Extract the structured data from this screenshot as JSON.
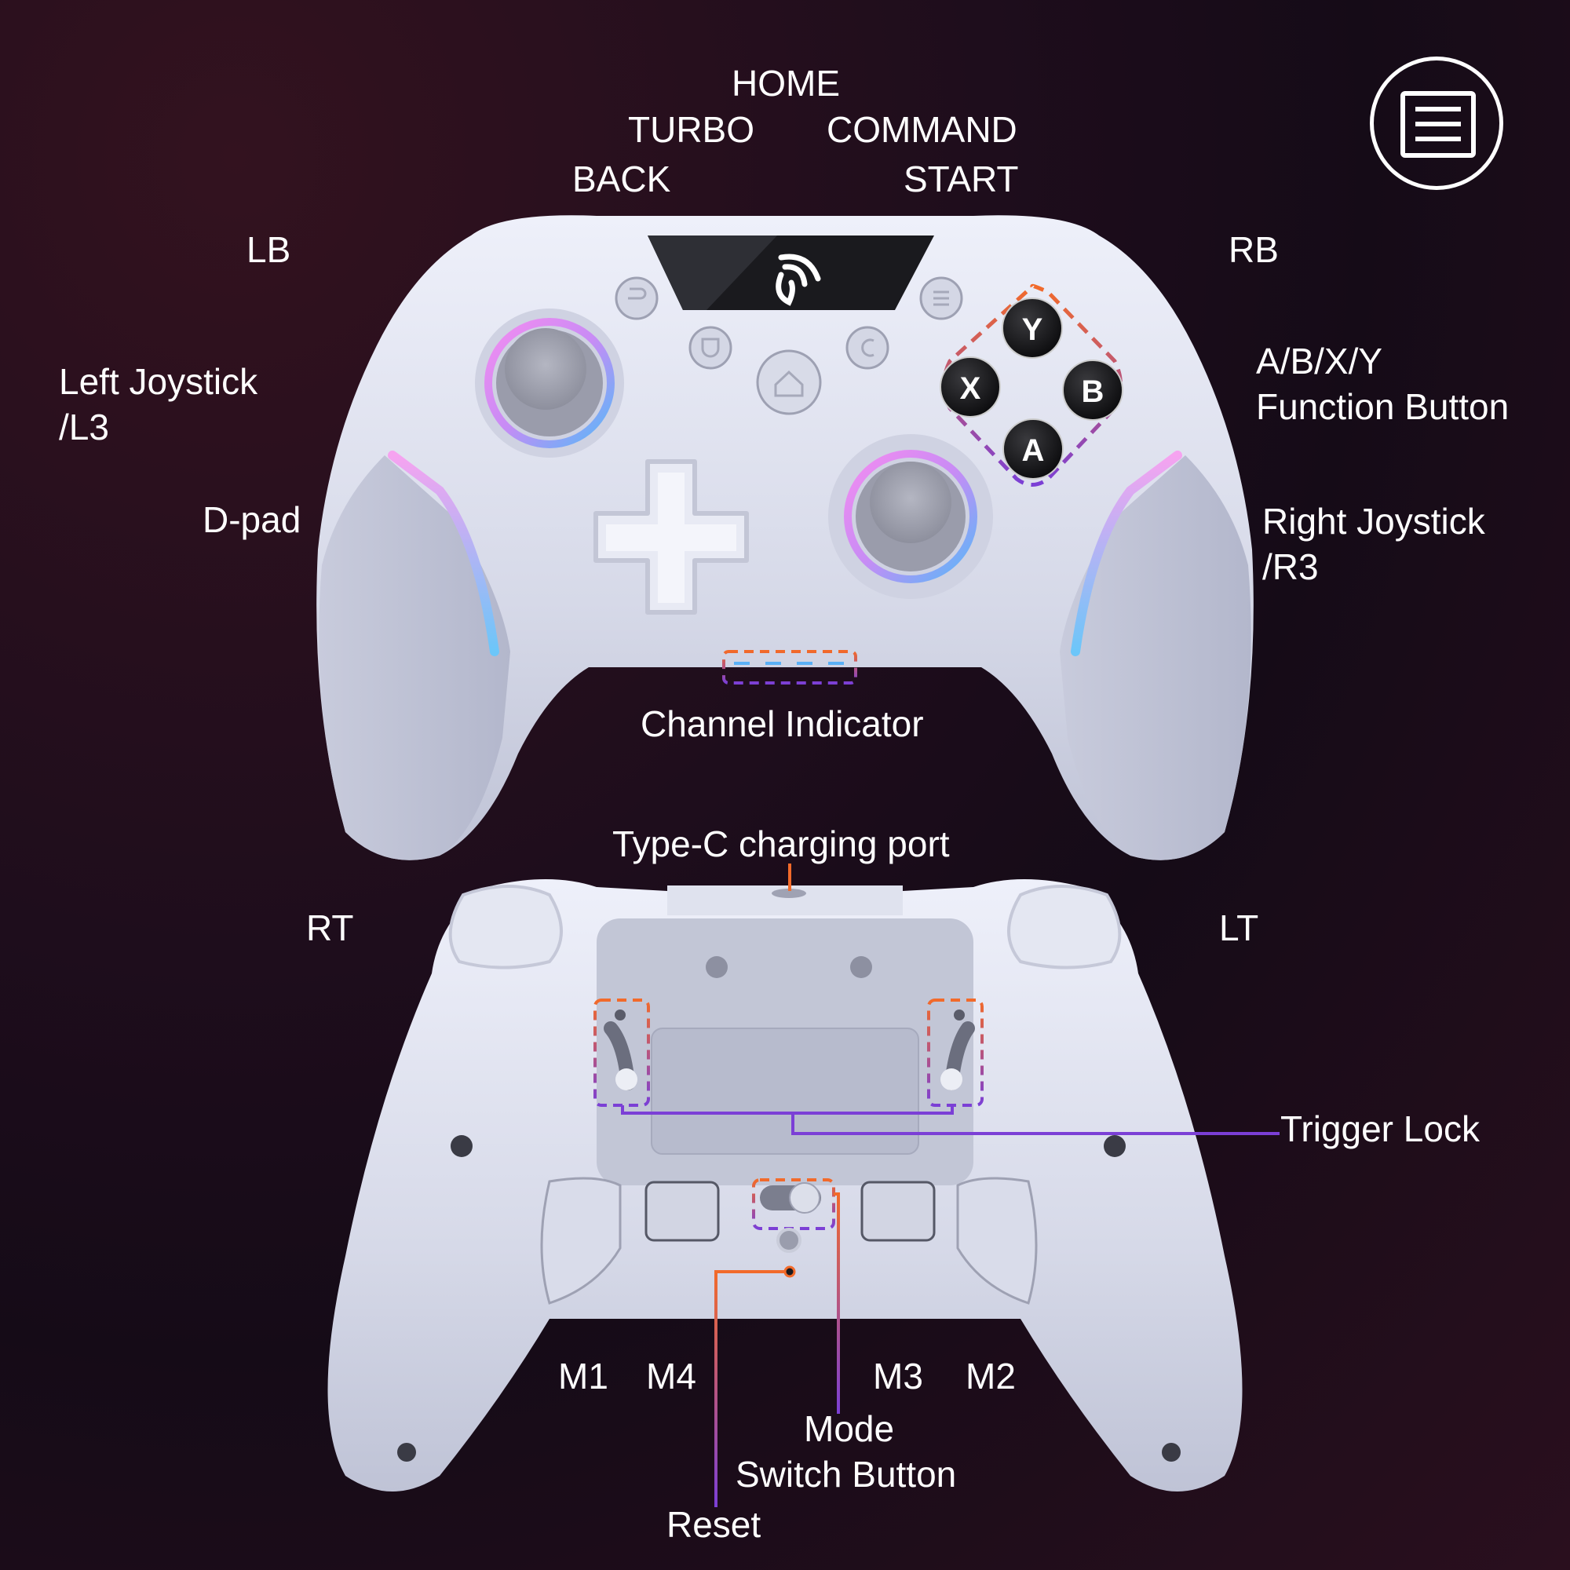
{
  "colors": {
    "background": "#1e0d1c",
    "controller_body": "#d9dcea",
    "callout_orange": "#f26a2a",
    "callout_purple": "#7b3fd6",
    "label_text": "#ffffff",
    "led_pink": "#f08cf0",
    "led_blue": "#5ab8f8",
    "face_button": "#121214"
  },
  "menu_icon": {
    "name": "menu-list-icon"
  },
  "front_view": {
    "labels": {
      "home": "HOME",
      "turbo": "TURBO",
      "command": "COMMAND",
      "back": "BACK",
      "start": "START",
      "lb": "LB",
      "rb": "RB",
      "left_joystick_line1": "Left Joystick",
      "left_joystick_line2": "/L3",
      "abxy_line1": "A/B/X/Y",
      "abxy_line2": "Function Button",
      "dpad": "D-pad",
      "right_joystick_line1": "Right Joystick",
      "right_joystick_line2": "/R3",
      "channel_indicator": "Channel Indicator"
    },
    "face_buttons": {
      "y": "Y",
      "x": "X",
      "b": "B",
      "a": "A"
    }
  },
  "back_view": {
    "labels": {
      "type_c": "Type-C charging port",
      "rt": "RT",
      "lt": "LT",
      "trigger_lock": "Trigger Lock",
      "m1": "M1",
      "m4": "M4",
      "m3": "M3",
      "m2": "M2",
      "mode_line1": "Mode",
      "mode_line2": "Switch Button",
      "reset": "Reset"
    }
  }
}
